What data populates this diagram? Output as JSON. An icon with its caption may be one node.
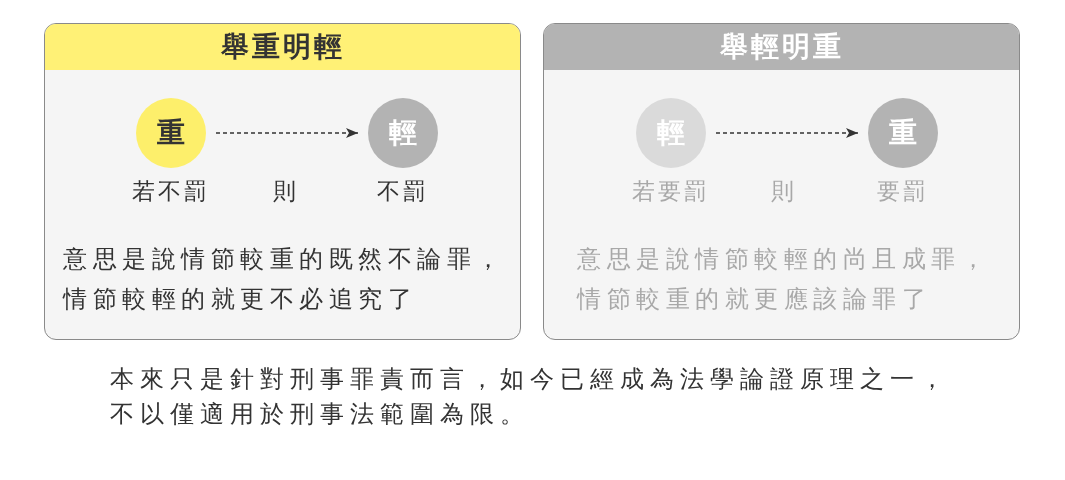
{
  "diagram": {
    "nodes": [
      {
        "text": [
          "舉重明輕",
          "意思是說情節較重的既然不論罪，情節較輕的就更不必追究了"
        ]
      },
      {
        "text": [
          "重"
        ],
        "in": 0,
        "beside": [
          "若不罰"
        ]
      },
      {
        "text": [
          "輕"
        ],
        "in": 0,
        "beside": [
          "不罰"
        ]
      },
      {
        "text": [
          "舉輕明重",
          "意思是說情節較輕的尚且成罪，情節較重的就更應該論罪了"
        ]
      },
      {
        "text": [
          "輕"
        ],
        "in": 3,
        "beside": [
          "若要罰"
        ]
      },
      {
        "text": [
          "重"
        ],
        "in": 3,
        "beside": [
          "要罰"
        ]
      }
    ],
    "edges": [
      {
        "from": 1,
        "to": 2,
        "arrow": "to",
        "style": "dashed"
      },
      {
        "from": 4,
        "to": 5,
        "arrow": "to",
        "style": "dashed"
      }
    ],
    "labels": [
      "則",
      "則"
    ],
    "caption": "本來只是針對刑事罪責而言，如今已經成為法學論證原理之一，不以僅適用於刑事法範圍為限。"
  }
}
